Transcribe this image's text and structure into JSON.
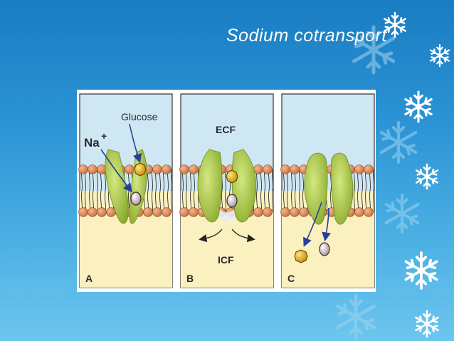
{
  "slide": {
    "title": "Sodium cotransport"
  },
  "figure": {
    "panels": [
      {
        "letter": "A",
        "labels": {
          "ion": "Na",
          "ion_charge": "+",
          "molecule": "Glucose"
        }
      },
      {
        "letter": "B",
        "labels": {
          "outside": "ECF",
          "inside": "ICF"
        }
      },
      {
        "letter": "C",
        "labels": {}
      }
    ]
  },
  "colors": {
    "background_top": "#1a7cc2",
    "background_bottom": "#6cc6ee",
    "extracellular": "#cfe7f3",
    "intracellular": "#fbf0c0",
    "lipid_head": "#d98a5a",
    "transporter": "#a8c83a",
    "glucose": "#e3a51a",
    "sodium": "#d8c8cc",
    "arrow": "#2a3f9a"
  },
  "icons": [
    "snowflake-icon"
  ]
}
